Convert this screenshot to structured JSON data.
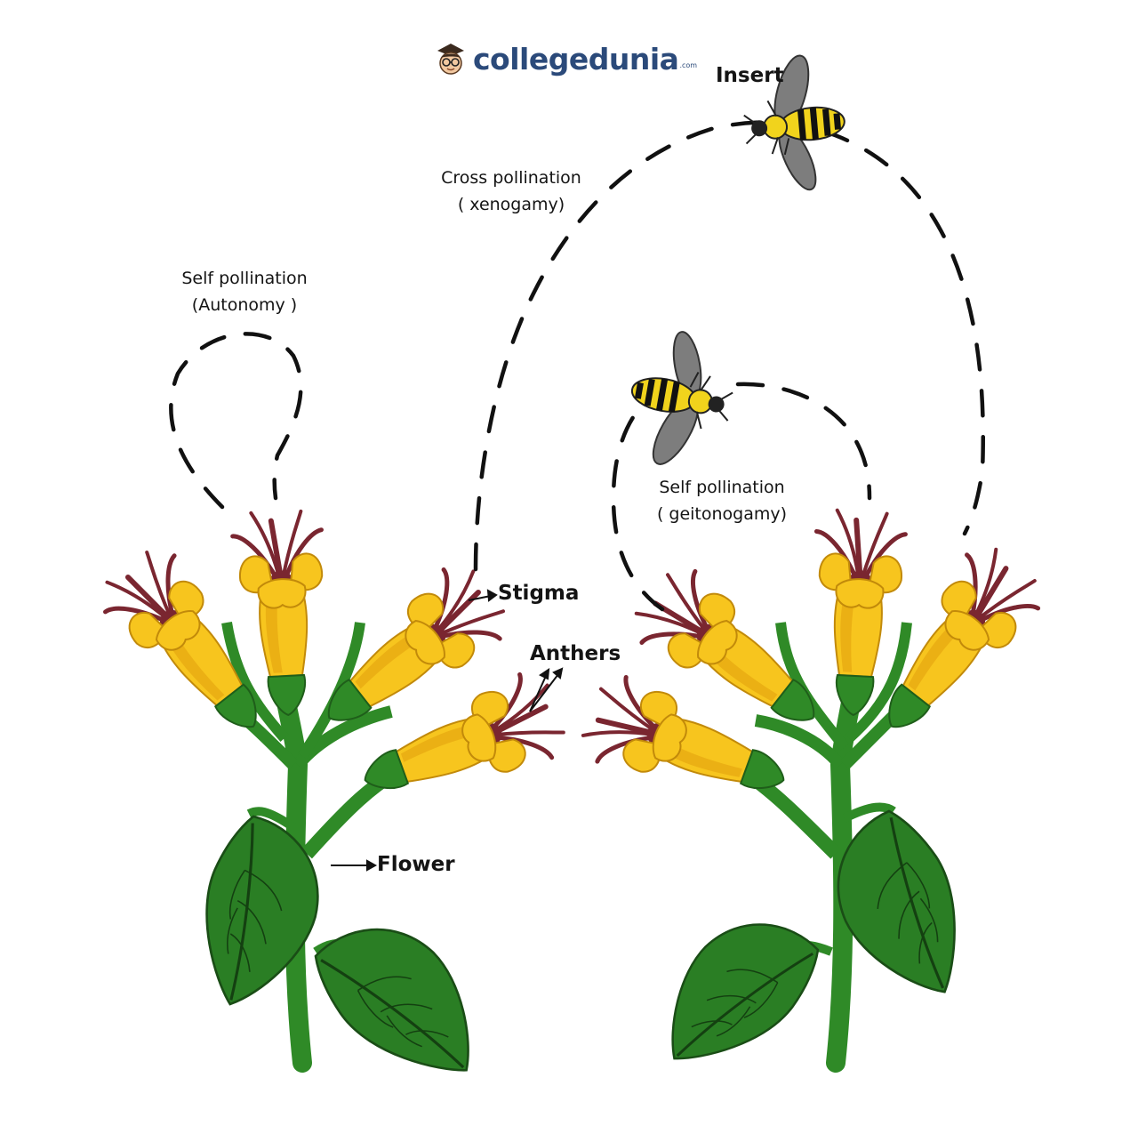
{
  "brand": {
    "name": "collegedunia",
    "suffix": ".com"
  },
  "labels": {
    "insert": "Insert",
    "cross_title": "Cross pollination",
    "cross_sub": "( xenogamy)",
    "self_auto_title": "Self pollination",
    "self_auto_sub": "(Autonomy )",
    "self_geito_title": "Self pollination",
    "self_geito_sub": "( geitonogamy)",
    "stigma": "Stigma",
    "anthers": "Anthers",
    "flower": "Flower"
  },
  "colors": {
    "petal": "#f7c51e",
    "petal_shade": "#e29f0c",
    "stem": "#2f8a27",
    "leaf": "#2a7e24",
    "stamen": "#7a2630",
    "path": "#111111",
    "bee_body": "#f1d31c",
    "bee_wing": "#7d7d7d",
    "brand": "#2b4a7a"
  }
}
